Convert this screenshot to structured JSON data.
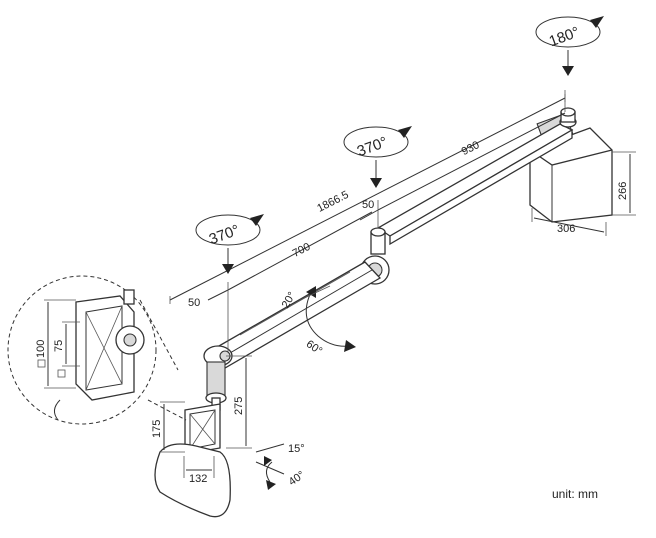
{
  "diagram": {
    "dimensions": {
      "total_length": "1866.5",
      "main_arm": "930",
      "mid_arm": "700",
      "offset_left": "50",
      "offset_mid": "50",
      "base_width": "306",
      "base_height": "266",
      "pole_height": "275",
      "mount_height": "175",
      "mount_width": "132",
      "vesa_75": "75",
      "vesa_100": "100"
    },
    "rotations": {
      "top": "180°",
      "mid": "370°",
      "left": "370°",
      "tilt_up": "20°",
      "tilt_down": "60°",
      "swivel_a": "15°",
      "swivel_b": "40°"
    },
    "unit_label": "unit: mm",
    "colors": {
      "line": "#333333",
      "fill": "#d9d9d9",
      "dash": "#aaaaaa"
    }
  }
}
